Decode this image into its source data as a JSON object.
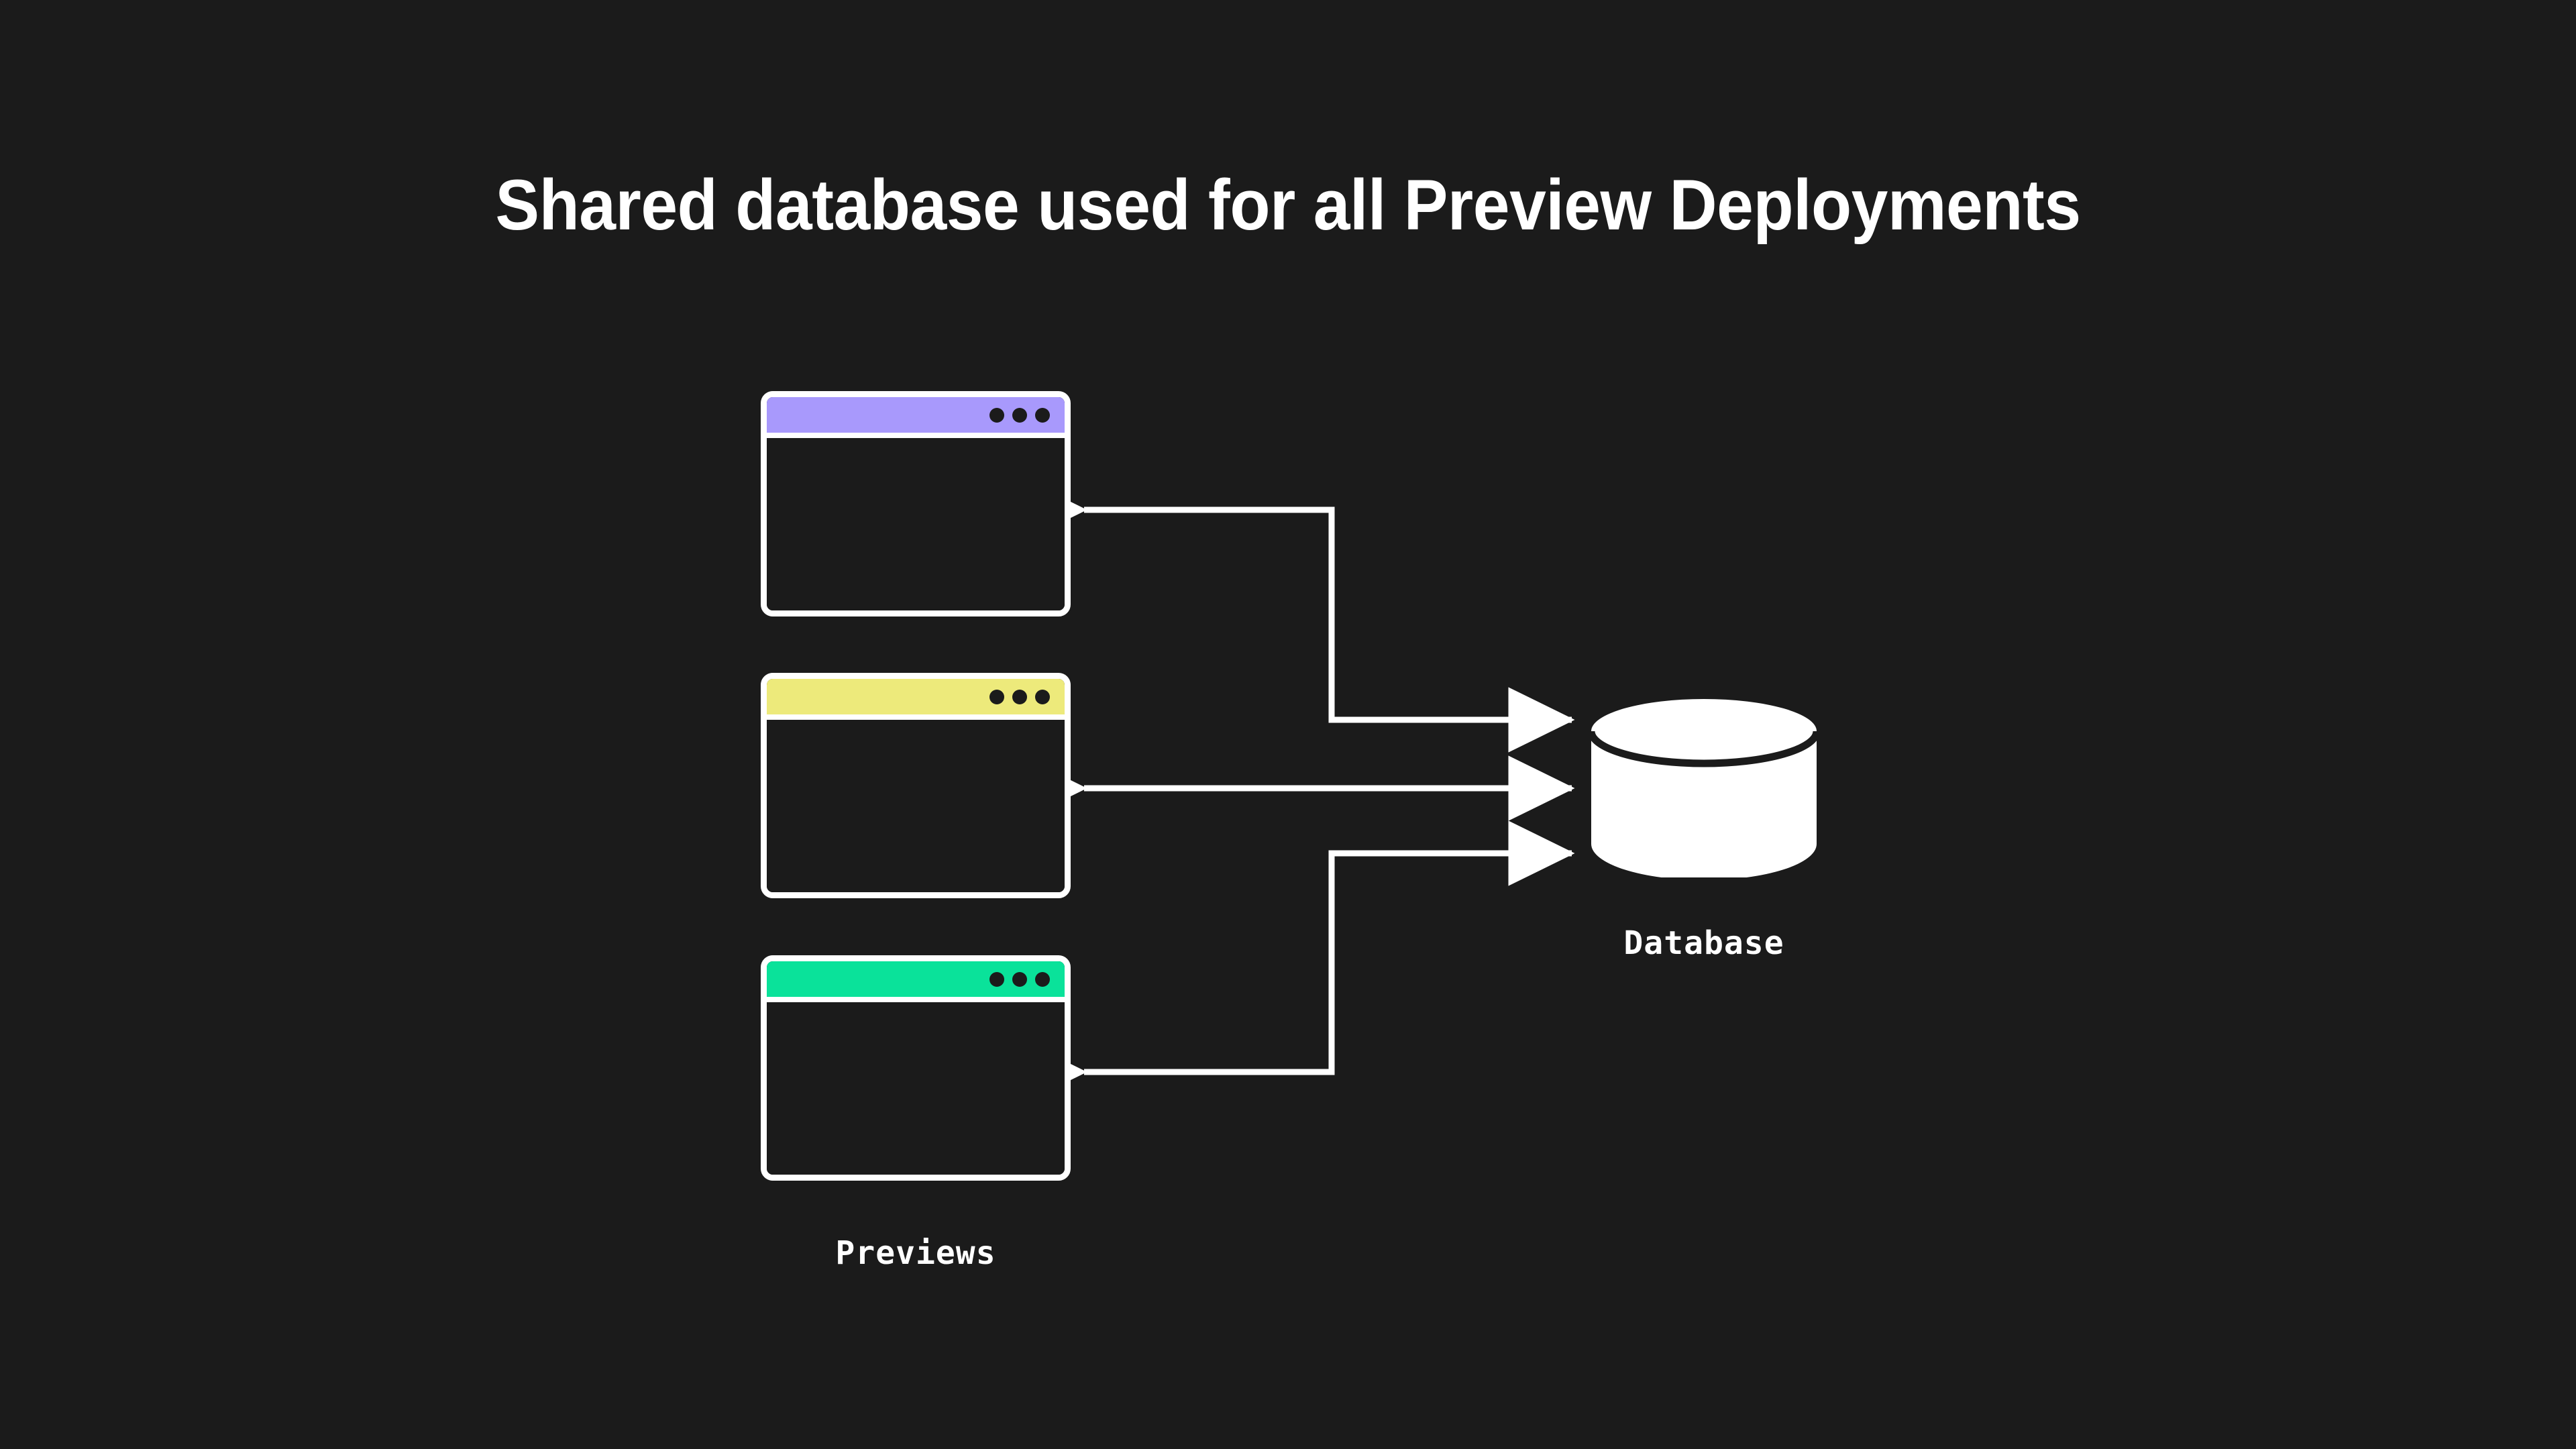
{
  "page": {
    "background_color": "#1b1b1b",
    "title": "Shared database used for all Preview Deployments",
    "title_color": "#ffffff"
  },
  "diagram": {
    "type": "architecture-diagram",
    "stroke_color": "#ffffff",
    "previews_label": "Previews",
    "database_label": "Database",
    "database_fill": "#ffffff",
    "windows": [
      {
        "id": "preview-1",
        "accent_color": "#a899fc",
        "accent_name": "purple",
        "dot_count": 3,
        "dot_color": "#1b1b1b"
      },
      {
        "id": "preview-2",
        "accent_color": "#edea7b",
        "accent_name": "yellow",
        "dot_count": 3,
        "dot_color": "#1b1b1b"
      },
      {
        "id": "preview-3",
        "accent_color": "#0ae29a",
        "accent_name": "green",
        "dot_count": 3,
        "dot_color": "#1b1b1b"
      }
    ],
    "connections": [
      {
        "id": "conn-preview-1",
        "from": "preview-1",
        "to": "database",
        "direction": "bidirectional-elbow",
        "arrowheads": "both-ends"
      },
      {
        "id": "conn-preview-2",
        "from": "preview-2",
        "to": "database",
        "direction": "bidirectional",
        "arrowheads": "both-ends"
      },
      {
        "id": "conn-preview-3",
        "from": "preview-3",
        "to": "database",
        "direction": "bidirectional-elbow",
        "arrowheads": "both-ends"
      }
    ]
  }
}
